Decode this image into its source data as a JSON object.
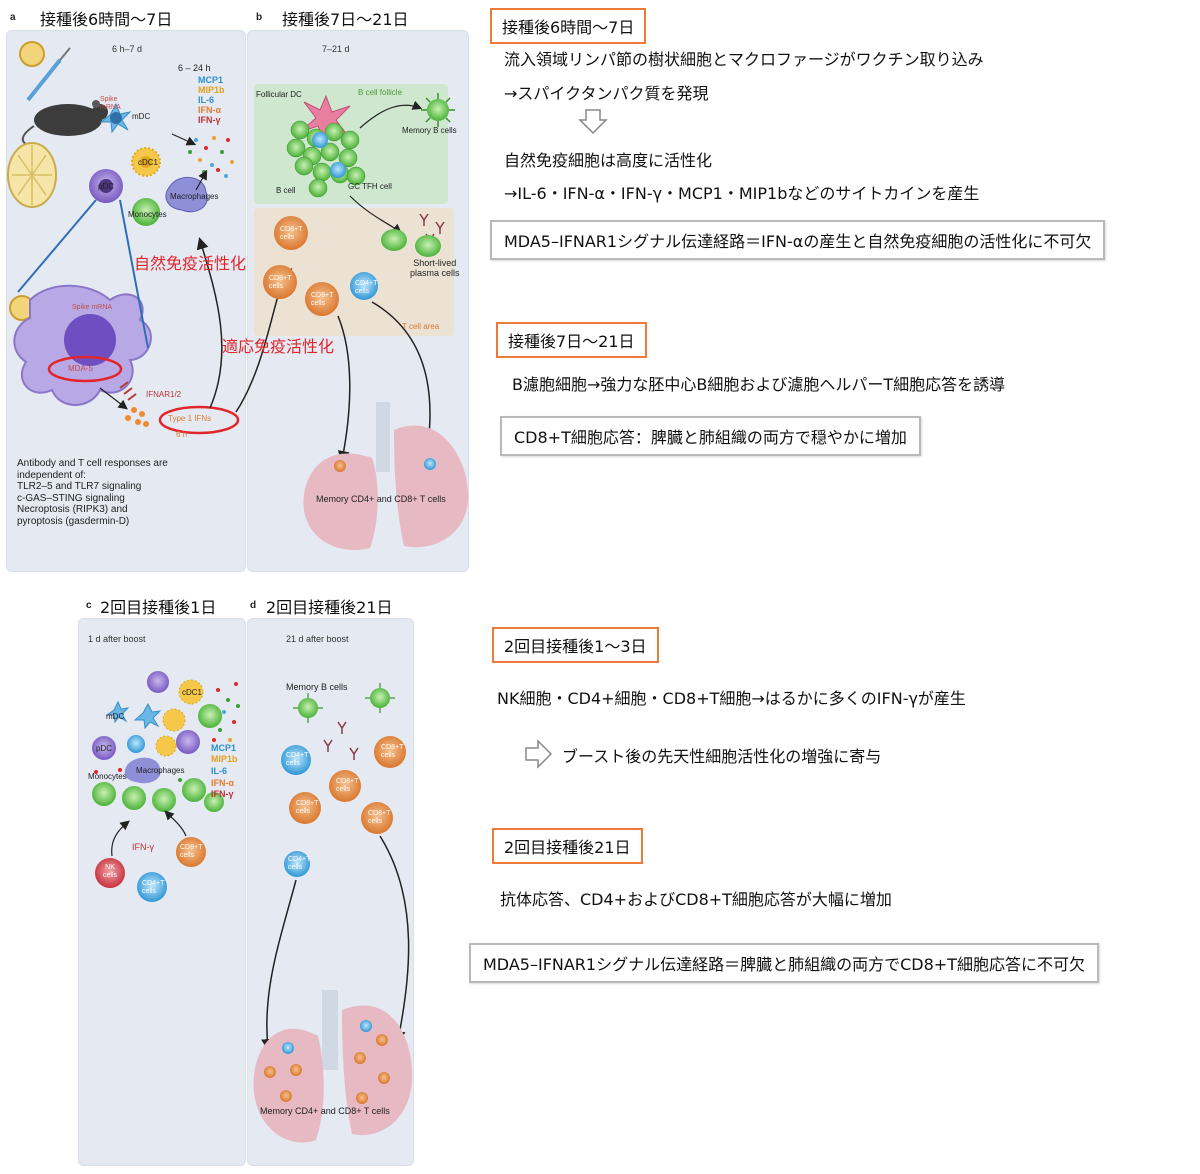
{
  "panel_a": {
    "tag": "a",
    "heading": "接種後6時間～7日",
    "time": "6 h–7 d",
    "cyto_time": "6 – 24 h",
    "cytokines": [
      "MCP1",
      "MIP1b",
      "IL-6",
      "IFN-α",
      "IFN-γ"
    ],
    "labels": {
      "spike_mrna": "Spike mRNA",
      "mdc": "mDC",
      "cdc1": "cDC1",
      "pdc": "pDC",
      "macrophages": "Macrophages",
      "monocytes": "Monocytes",
      "spike_mrna2": "Spike mRNA",
      "mda5": "MDA-5",
      "ifnar": "IFNAR1/2",
      "type1": "Type 1 IFNs",
      "six_h": "6 h"
    },
    "innate_label": "自然免疫活性化",
    "adaptive_label": "適応免疫活性化",
    "note": "Antibody and T cell responses are\nindependent of:\nTLR2–5 and TLR7 signaling\nc-GAS–STING signaling\nNecroptosis (RIPK3) and\npyroptosis (gasdermin-D)"
  },
  "panel_b": {
    "tag": "b",
    "heading": "接種後7日～21日",
    "time": "7–21 d",
    "labels": {
      "follicular_dc": "Follicular DC",
      "b_follicle": "B cell follicle",
      "memory_b": "Memory B cells",
      "b_cell": "B cell",
      "gc_tfh": "GC TFH cell",
      "short_lived": "Short-lived\nplasma cells",
      "t_area": "T cell area",
      "cd8a": "CD8+T\ncells",
      "cd8b": "CD8+T\ncells",
      "cd8c": "CD8+T\ncells",
      "cd4": "CD4+T\ncells",
      "memory": "Memory CD4+ and CD8+ T cells"
    }
  },
  "panel_c": {
    "tag": "c",
    "heading": "2回目接種後1日",
    "time": "1 d after boost",
    "cytokines": [
      "MCP1",
      "MIP1b",
      "IL-6",
      "IFN-α",
      "IFN-γ"
    ],
    "labels": {
      "cdc1": "cDC1",
      "mdc": "mDC",
      "pdc": "pDC",
      "monocytes": "Monocytes",
      "macrophages": "Macrophages",
      "ifng": "IFN-γ",
      "nk": "NK\ncells",
      "cd8": "CD8+T\ncells",
      "cd4": "CD4+T\ncells"
    }
  },
  "panel_d": {
    "tag": "d",
    "heading": "2回目接種後21日",
    "time": "21 d after boost",
    "labels": {
      "memory_b": "Memory B cells",
      "cd4a": "CD4+T\ncells",
      "cd4b": "CD4+T\ncells",
      "cd8a": "CD8+T\ncells",
      "cd8b": "CD8+T\ncells",
      "cd8c": "CD8+T\ncells",
      "cd8d": "CD8+T\ncells",
      "memory": "Memory CD4+ and CD8+ T cells"
    }
  },
  "notes": {
    "sec1_title": "接種後6時間～7日",
    "sec1_line1": "流入領域リンパ節の樹状細胞とマクロファージがワクチン取り込み",
    "sec1_line2": "→スパイクタンパク質を発現",
    "sec1_line3": "自然免疫細胞は高度に活性化",
    "sec1_line4": "→IL-6・IFN-α・IFN-γ・MCP1・MIP1bなどのサイトカインを産生",
    "sec1_box": "MDA5–IFNAR1シグナル伝達経路＝IFN-αの産生と自然免疫細胞の活性化に不可欠",
    "sec2_title": "接種後7日～21日",
    "sec2_line1": "B濾胞細胞→強力な胚中心B細胞および濾胞ヘルパーT細胞応答を誘導",
    "sec2_box": "CD8+T細胞応答：脾臓と肺組織の両方で穏やかに増加",
    "sec3_title": "2回目接種後1～3日",
    "sec3_line1": "NK細胞・CD4+細胞・CD8+T細胞→はるかに多くのIFN-γが産生",
    "sec3_line2": "ブースト後の先天性細胞活性化の増強に寄与",
    "sec4_title": "2回目接種後21日",
    "sec4_line1": "抗体応答、CD4+およびCD8+T細胞応答が大幅に増加",
    "sec4_box": "MDA5–IFNAR1シグナル伝達経路＝脾臓と肺組織の両方でCD8+T細胞応答に不可欠"
  },
  "colors": {
    "orange_border": "#ec7b3a",
    "gray_border": "#b9b9b9",
    "panel_bg": "#e4e9f2",
    "red_text": "#e0262b",
    "cd8_orange": "#e68a3e",
    "cd4_blue": "#4aa8de",
    "green_cell": "#5fc04a",
    "purple_cell": "#8b6fc6",
    "lung_pink": "#e6b9c3"
  },
  "icons": [
    "arrow-down-outline-icon",
    "arrow-right-outline-icon",
    "syringe-icon",
    "mouse-icon",
    "lymph-node-icon",
    "lung-icon",
    "antibody-icon"
  ]
}
